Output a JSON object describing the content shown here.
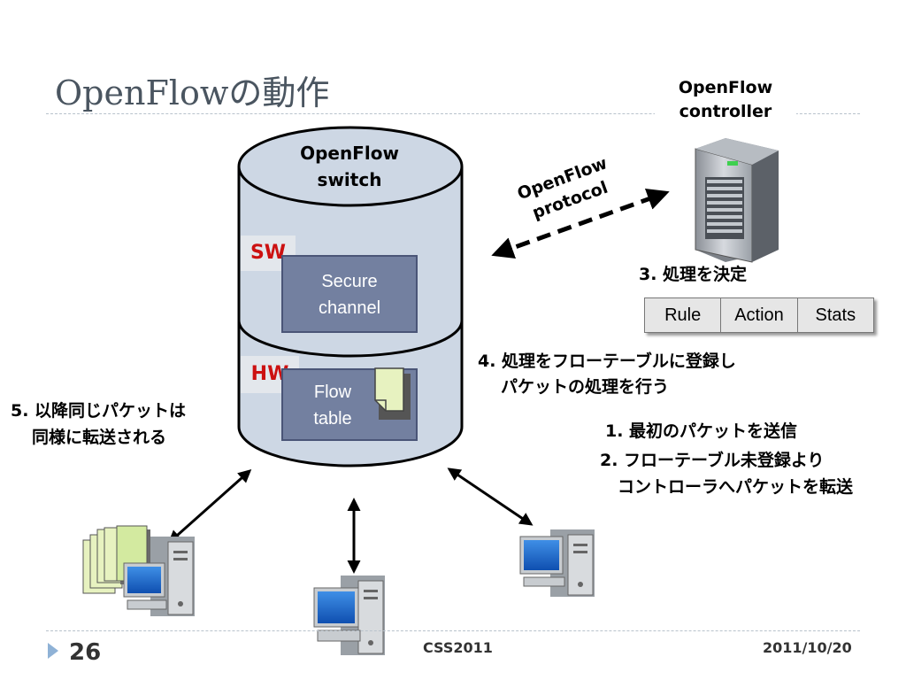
{
  "slide": {
    "title": "OpenFlowの動作",
    "page_number": "26",
    "conference": "CSS2011",
    "date": "2011/10/20"
  },
  "controller": {
    "label_line1": "OpenFlow",
    "label_line2": "controller",
    "step3": "3. 処理を決定",
    "table_headers": [
      "Rule",
      "Action",
      "Stats"
    ]
  },
  "switch": {
    "label_line1": "OpenFlow",
    "label_line2": "switch",
    "sw_tag": "SW",
    "secure_line1": "Secure",
    "secure_line2": "channel",
    "hw_tag": "HW",
    "flow_line1": "Flow",
    "flow_line2": "table"
  },
  "protocol": {
    "line1": "OpenFlow",
    "line2": "protocol"
  },
  "steps": {
    "step4_line1": "4. 処理をフローテーブルに登録し",
    "step4_line2": "パケットの処理を行う",
    "step1": "1. 最初のパケットを送信",
    "step2_line1": "2. フローテーブル未登録より",
    "step2_line2": "コントローラへパケットを転送",
    "step5_line1": "5. 以降同じパケットは",
    "step5_line2": "同様に転送される"
  },
  "colors": {
    "cylinder_fill": "#cdd7e4",
    "inner_box": "#7380a0",
    "tag_red": "#cc1111",
    "title_gray": "#4a5560"
  }
}
